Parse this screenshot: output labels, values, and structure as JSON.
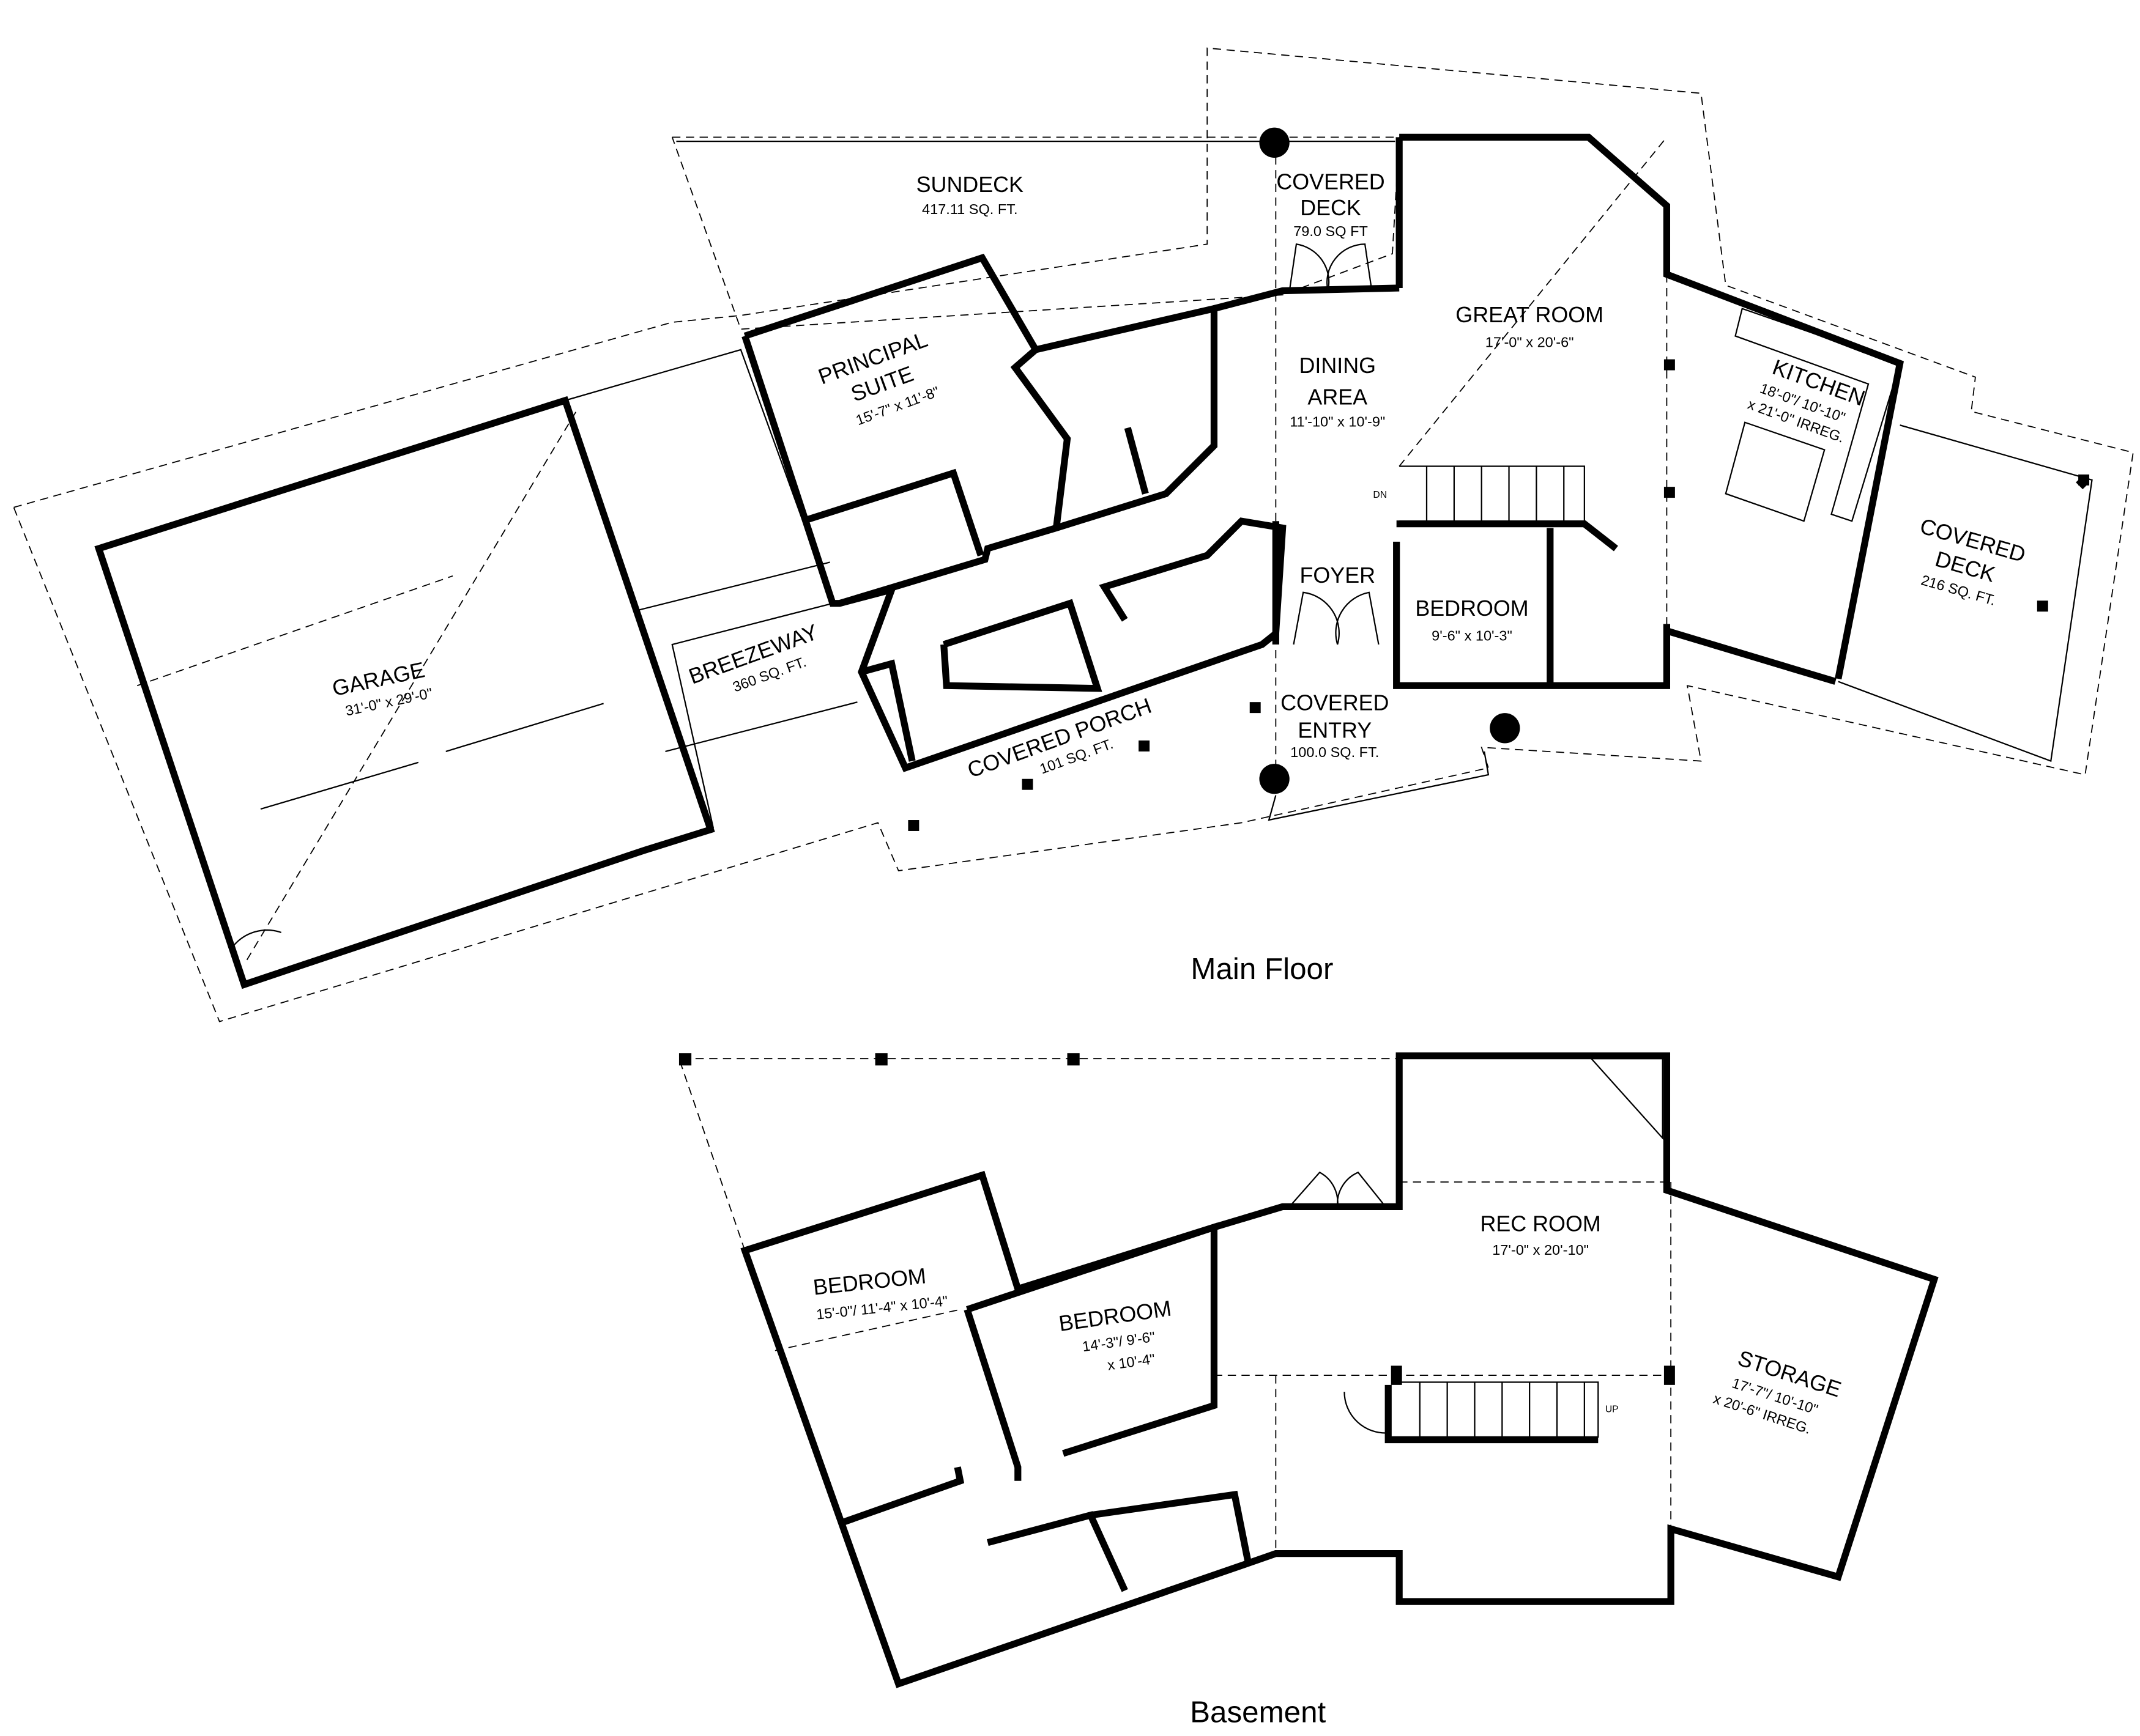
{
  "main_floor": {
    "caption": "Main Floor",
    "rooms": {
      "sundeck": {
        "name": "SUNDECK",
        "size": "417.11 SQ. FT."
      },
      "covered_deck_top": {
        "name1": "COVERED",
        "name2": "DECK",
        "size": "79.0 SQ FT"
      },
      "great_room": {
        "name": "GREAT ROOM",
        "size": "17'-0\" x 20'-6\""
      },
      "dining": {
        "name1": "DINING",
        "name2": "AREA",
        "size": "11'-10\" x 10'-9\""
      },
      "principal": {
        "name1": "PRINCIPAL",
        "name2": "SUITE",
        "size": "15'-7\" x 11'-8\""
      },
      "kitchen": {
        "name": "KITCHEN",
        "size1": "18'-0\"/ 10'-10\"",
        "size2": "x 21'-0\" IRREG."
      },
      "covered_deck_right": {
        "name1": "COVERED",
        "name2": "DECK",
        "size": "216 SQ. FT."
      },
      "foyer": {
        "name": "FOYER"
      },
      "bedroom": {
        "name": "BEDROOM",
        "size": "9'-6\" x 10'-3\""
      },
      "breezeway": {
        "name": "BREEZEWAY",
        "size": "360 SQ. FT."
      },
      "garage": {
        "name": "GARAGE",
        "size": "31'-0\" x 29'-0\""
      },
      "covered_porch": {
        "name": "COVERED PORCH",
        "size": "101 SQ. FT."
      },
      "covered_entry": {
        "name1": "COVERED",
        "name2": "ENTRY",
        "size": "100.0 SQ. FT."
      }
    },
    "stair_label": "DN"
  },
  "basement": {
    "caption": "Basement",
    "rooms": {
      "rec_room": {
        "name": "REC ROOM",
        "size": "17'-0\" x 20'-10\""
      },
      "bedroom_left": {
        "name": "BEDROOM",
        "size": "15'-0\"/ 11'-4\" x 10'-4\""
      },
      "bedroom_mid": {
        "name": "BEDROOM",
        "size1": "14'-3\"/ 9'-6\"",
        "size2": "x 10'-4\""
      },
      "storage": {
        "name": "STORAGE",
        "size1": "17'-7\"/ 10'-10\"",
        "size2": "x 20'-6\" IRREG."
      }
    },
    "stair_label": "UP"
  }
}
